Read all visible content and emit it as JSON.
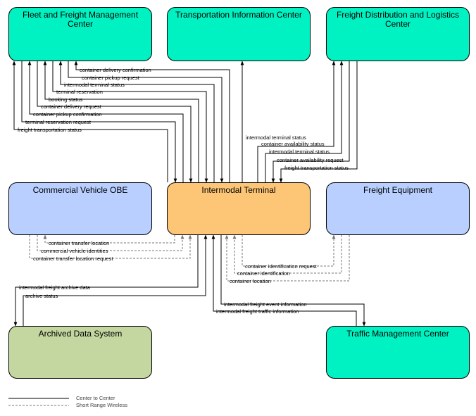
{
  "nodes": {
    "fleet": "Fleet and Freight Management Center",
    "tic": "Transportation Information Center",
    "fdl": "Freight Distribution and Logistics Center",
    "cvo": "Commercial Vehicle OBE",
    "it": "Intermodal Terminal",
    "fe": "Freight Equipment",
    "ads": "Archived Data System",
    "tmc": "Traffic Management Center"
  },
  "flows": {
    "f1": "container delivery confirmation",
    "f2": "container pickup request",
    "f3": "intermodal terminal status",
    "f4": "terminal reservation",
    "f5": "booking status",
    "f6": "container delivery request",
    "f7": "container pickup confirmation",
    "f8": "terminal reservation request",
    "f9": "freight transportation status",
    "t1": "intermodal terminal status",
    "d1": "container availability status",
    "d2": "intermodal terminal status",
    "d3": "container availability request",
    "d4": "freight transportation status",
    "c1": "container transfer location",
    "c2": "commercial vehicle identities",
    "c3": "container transfer location request",
    "e1": "container identification request",
    "e2": "container identification",
    "e3": "container location",
    "a1": "intermodal freight archive data",
    "a2": "archive status",
    "m1": "intermodal freight event information",
    "m2": "intermodal freight traffic information"
  },
  "legend": {
    "solid": "Center to Center",
    "dashed": "Short Range Wireless"
  },
  "colors": {
    "center": "#00f2c2",
    "terminal": "#fdc576",
    "field": "#b8cfff",
    "archive": "#c4d7a0"
  }
}
